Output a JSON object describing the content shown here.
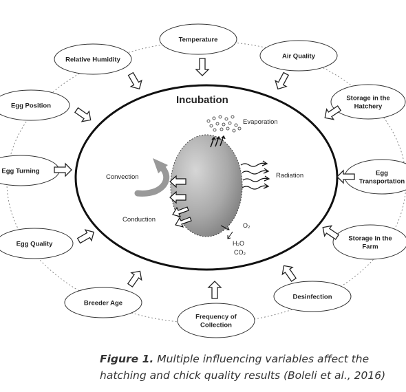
{
  "diagram": {
    "center_title": "Incubation",
    "processes": {
      "evaporation": "Evaporation",
      "convection": "Convection",
      "radiation": "Radiation",
      "conduction": "Conduction",
      "o2": "O₂",
      "h2o": "H₂O",
      "co2": "CO₂"
    },
    "factors": [
      {
        "lines": [
          "Temperature"
        ]
      },
      {
        "lines": [
          "Air Quality"
        ]
      },
      {
        "lines": [
          "Storage in the",
          "Hatchery"
        ]
      },
      {
        "lines": [
          "Egg",
          "Transportation"
        ]
      },
      {
        "lines": [
          "Storage in the",
          "Farm"
        ]
      },
      {
        "lines": [
          "Desinfection"
        ]
      },
      {
        "lines": [
          "Frequency of",
          "Collection"
        ]
      },
      {
        "lines": [
          "Breeder Age"
        ]
      },
      {
        "lines": [
          "Egg Quality"
        ]
      },
      {
        "lines": [
          "Egg Turning"
        ]
      },
      {
        "lines": [
          "Egg Position"
        ]
      },
      {
        "lines": [
          "Relative Humidity"
        ]
      }
    ]
  },
  "caption": {
    "label": "Figure 1.",
    "text": " Multiple influencing variables affect the",
    "line2": "hatching and chick quality results (Boleli et al., 2016)"
  }
}
